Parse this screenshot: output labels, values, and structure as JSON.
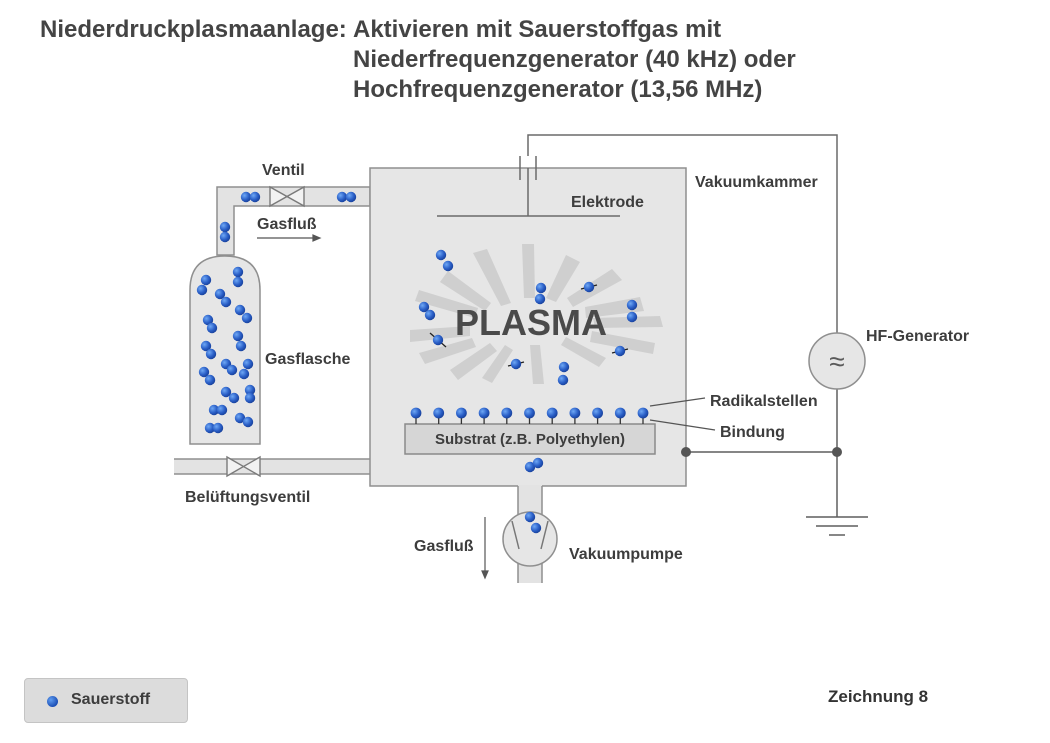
{
  "title": {
    "lead": "Niederdruckplasmaanlage:",
    "line1": "Aktivieren mit Sauerstoffgas mit",
    "line2": "Niederfrequenzgenerator (40 kHz) oder",
    "line3": "Hochfrequenzgenerator (13,56 MHz)"
  },
  "labels": {
    "ventil": "Ventil",
    "gasfluss_top": "Gasfluß",
    "gasflasche": "Gasflasche",
    "belueftungsventil": "Belüftungsventil",
    "vakuumkammer": "Vakuumkammer",
    "elektrode": "Elektrode",
    "plasma": "PLASMA",
    "radikalstellen": "Radikalstellen",
    "bindung": "Bindung",
    "substrat": "Substrat (z.B. Polyethylen)",
    "hf_generator": "HF-Generator",
    "hf_symbol": "≈",
    "gasfluss_bottom": "Gasfluß",
    "vakuumpumpe": "Vakuumpumpe"
  },
  "legend": {
    "label": "Sauerstoff"
  },
  "figure_number": "Zeichnung 8",
  "colors": {
    "oxygen": "#2a5fc7",
    "chamber": "#e6e6e6",
    "pipe": "#e3e3e3",
    "outline": "#8a8a8a"
  }
}
